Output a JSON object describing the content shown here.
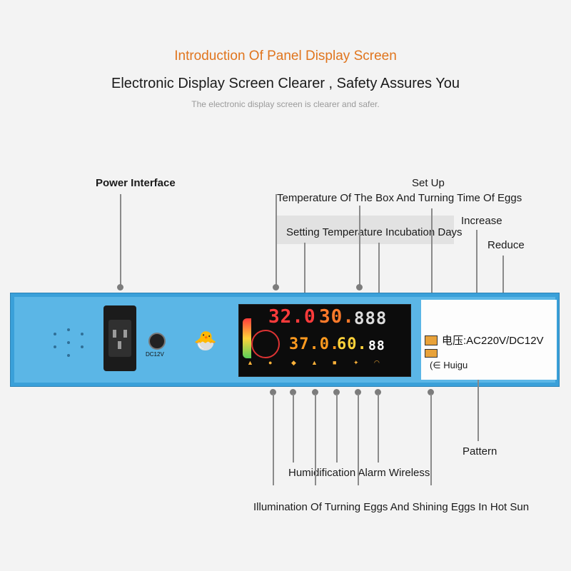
{
  "header": {
    "title": "Introduction Of Panel Display Screen",
    "subtitle": "Electronic Display Screen Clearer , Safety Assures You",
    "small_subtitle": "The electronic display screen is clearer and safer."
  },
  "labels": {
    "power_interface": "Power Interface",
    "set_up": "Set Up",
    "temp_box": "Temperature Of The Box And Turning Time Of Eggs",
    "increase": "Increase",
    "setting_temp": "Setting Temperature Incubation Days",
    "reduce": "Reduce",
    "pattern": "Pattern",
    "humid": "Humidification Alarm Wireless",
    "illum": "Illumination Of Turning Eggs And Shining Eggs In Hot Sun"
  },
  "panel": {
    "dc_label": "DC12V",
    "voltage": "电压:AC220V/DC12V",
    "brand": "(∈ Huigu"
  },
  "lcd": {
    "seg1": "32.0",
    "seg2": "30.",
    "seg3": "888",
    "seg4": "37.0.",
    "seg5": "60.",
    "seg6": "88"
  },
  "colors": {
    "title_orange": "#e0751e",
    "panel_blue": "#3aa0d9",
    "lcd_bg": "#0c0c0c"
  }
}
